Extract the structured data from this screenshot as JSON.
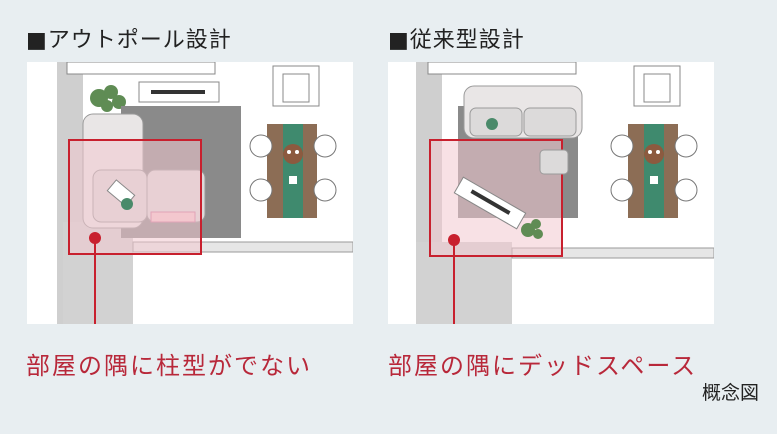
{
  "panels": [
    {
      "title": "■アウトポール設計",
      "caption": "部屋の隅に柱型がでない"
    },
    {
      "title": "■従来型設計",
      "caption": "部屋の隅にデッドスペース"
    }
  ],
  "note": "概念図",
  "colors": {
    "highlight": "#c8202e",
    "highlight_fill": "#f3c9cf",
    "wall": "#bdbdbd",
    "rug": "#8a8a8a",
    "table": "#8c6d55",
    "runner": "#3f8a6e"
  }
}
